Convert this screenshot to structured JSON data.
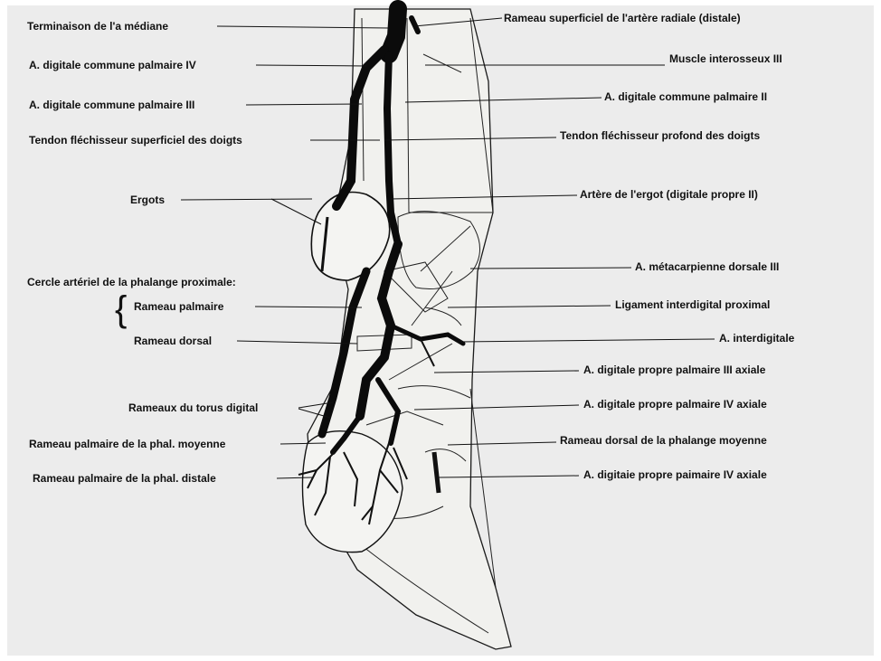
{
  "colors": {
    "background": "#ececec",
    "ink": "#111111",
    "vessel": "#0b0b0b",
    "tissue": "#f1f1ee"
  },
  "labels": {
    "left": {
      "terminaison_mediane": "Terminaison de l'a médiane",
      "digitale_commune_iv": "A. digitale commune palmaire IV",
      "digitale_commune_iii": "A. digitale commune palmaire III",
      "tendon_superficiel": "Tendon fléchisseur superficiel des doigts",
      "ergots": "Ergots",
      "cercle_arteriel": "Cercle artériel de la phalange proximale:",
      "rameau_palmaire": "Rameau palmaire",
      "rameau_dorsal": "Rameau dorsal",
      "rameaux_torus": "Rameaux du torus digital",
      "rameau_phal_moyenne": "Rameau palmaire de la phal. moyenne",
      "rameau_phal_distale": "Rameau palmaire de la phal. distale"
    },
    "right": {
      "rameau_superficiel_radiale": "Rameau superficiel de l'artère radiale (distale)",
      "muscle_interosseux": "Muscle interosseux III",
      "digitale_commune_ii": "A. digitale commune palmaire II",
      "tendon_profond": "Tendon fléchisseur profond des doigts",
      "artere_ergot": "Artère de l'ergot (digitale propre II)",
      "metacarpienne_dorsale": "A. métacarpienne dorsale III",
      "ligament_interdigital": "Ligament interdigital proximal",
      "interdigitale": "A. interdigitale",
      "propre_iii_axiale": "A. digitale propre palmaire III axiale",
      "propre_iv_axiale": "A. digitale propre palmaire IV axiale",
      "rameau_dorsal_moyenne": "Rameau dorsal de la phalange moyenne",
      "propre_iv_axiale_2": "A. digitaie propre paimaire IV axiale"
    }
  }
}
